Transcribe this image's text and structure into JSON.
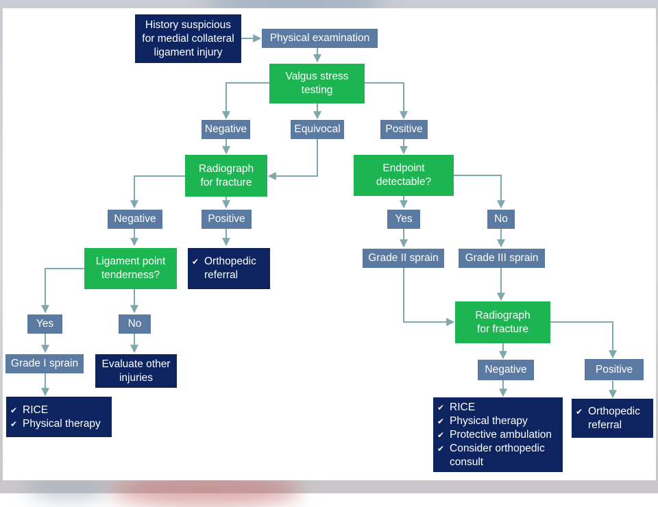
{
  "nodes": {
    "history": "History suspicious\nfor medial collateral\nligament injury",
    "physical_exam": "Physical examination",
    "valgus": "Valgus stress\ntesting",
    "negative_1": "Negative",
    "equivocal": "Equivocal",
    "positive_1": "Positive",
    "radiograph_1": "Radiograph\nfor fracture",
    "endpoint": "Endpoint\ndetectable?",
    "negative_2": "Negative",
    "positive_2": "Positive",
    "yes_1": "Yes",
    "no_1": "No",
    "lig_tender": "Ligament point\ntenderness?",
    "ortho_ref_1": "Orthopedic",
    "ortho_ref_1_line2": "referral",
    "grade2": "Grade II sprain",
    "grade3": "Grade III sprain",
    "yes_2": "Yes",
    "no_2": "No",
    "grade1": "Grade I sprain",
    "evaluate": "Evaluate other\ninjuries",
    "radiograph_2": "Radiograph\nfor fracture",
    "negative_3": "Negative",
    "positive_3": "Positive",
    "ortho_ref_2": "Orthopedic",
    "ortho_ref_2_line2": "referral"
  },
  "lists": {
    "grade1_tx": [
      "RICE",
      "Physical therapy"
    ],
    "negative3_tx": [
      "RICE",
      "Physical therapy",
      "Protective ambulation",
      "Consider orthopedic",
      "consult"
    ]
  },
  "colors": {
    "dark_box": "#0d2461",
    "green_box": "#1db552",
    "grey_box": "#5b7aa1",
    "connector": "#7fa8ae"
  },
  "icons": {
    "check": "check-icon"
  }
}
